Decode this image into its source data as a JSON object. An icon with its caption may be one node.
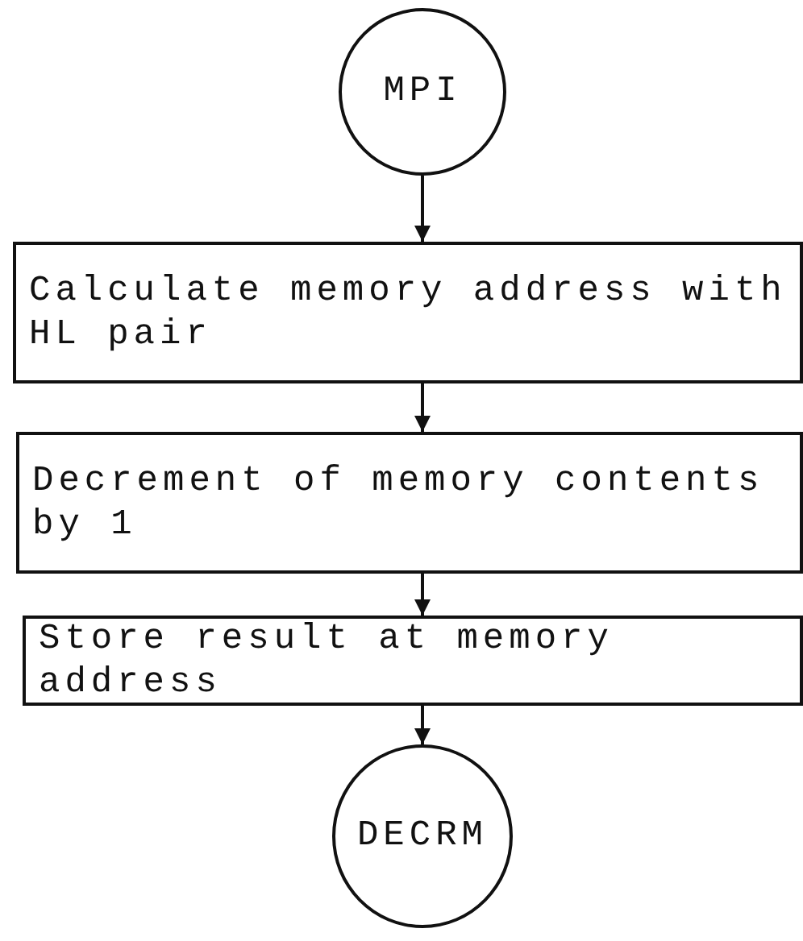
{
  "diagram": {
    "nodes": [
      {
        "text": [
          "MPI"
        ]
      },
      {
        "text": [
          "Calculate memory address with HL pair"
        ]
      },
      {
        "text": [
          "Decrement of memory contents by 1"
        ]
      },
      {
        "text": [
          "Store result at memory address"
        ]
      },
      {
        "text": [
          "DECRM"
        ]
      }
    ],
    "edges": [
      {
        "from": 0,
        "to": 1,
        "arrow": "to"
      },
      {
        "from": 1,
        "to": 2,
        "arrow": "to"
      },
      {
        "from": 2,
        "to": 3,
        "arrow": "to"
      },
      {
        "from": 3,
        "to": 4,
        "arrow": "to"
      }
    ]
  }
}
